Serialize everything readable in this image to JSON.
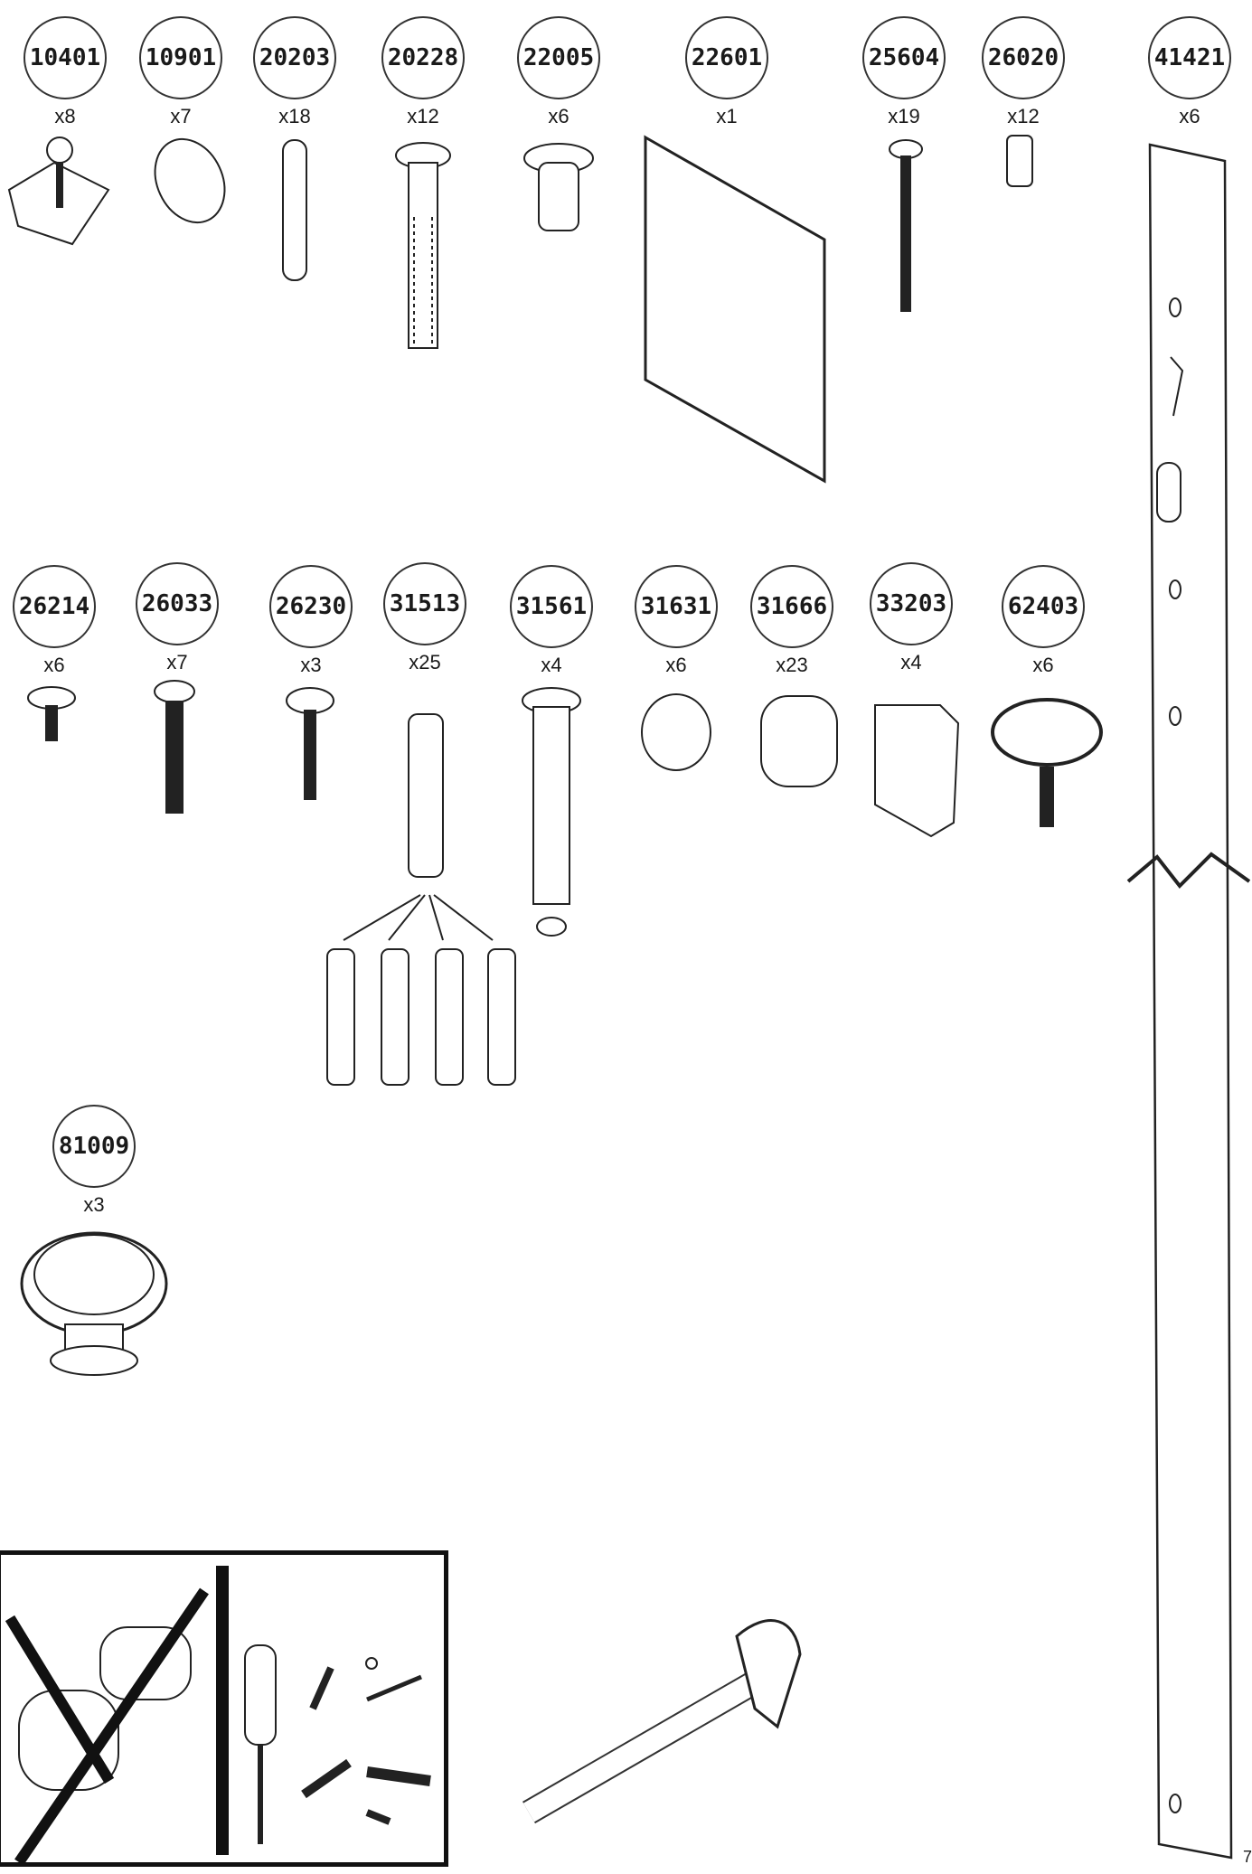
{
  "parts": [
    {
      "id": "10401",
      "qty": "x8"
    },
    {
      "id": "10901",
      "qty": "x7"
    },
    {
      "id": "20203",
      "qty": "x18"
    },
    {
      "id": "20228",
      "qty": "x12"
    },
    {
      "id": "22005",
      "qty": "x6"
    },
    {
      "id": "22601",
      "qty": "x1"
    },
    {
      "id": "25604",
      "qty": "x19"
    },
    {
      "id": "26020",
      "qty": "x12"
    },
    {
      "id": "41421",
      "qty": "x6"
    },
    {
      "id": "26214",
      "qty": "x6"
    },
    {
      "id": "26033",
      "qty": "x7"
    },
    {
      "id": "26230",
      "qty": "x3"
    },
    {
      "id": "31513",
      "qty": "x25"
    },
    {
      "id": "31561",
      "qty": "x4"
    },
    {
      "id": "31631",
      "qty": "x6"
    },
    {
      "id": "31666",
      "qty": "x23"
    },
    {
      "id": "33203",
      "qty": "x4"
    },
    {
      "id": "62403",
      "qty": "x6"
    },
    {
      "id": "81009",
      "qty": "x3"
    }
  ],
  "page_number": "7"
}
